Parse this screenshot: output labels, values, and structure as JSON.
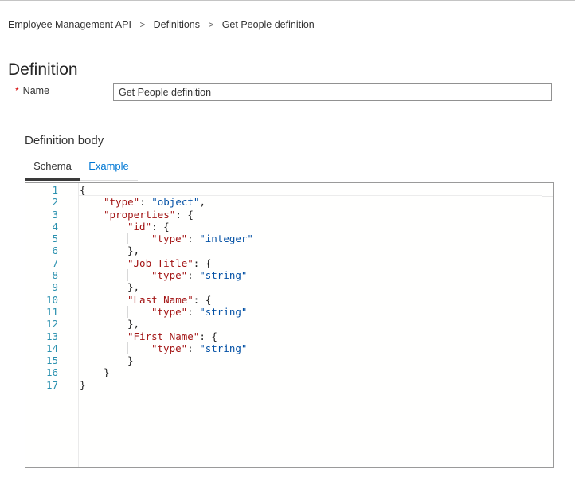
{
  "breadcrumb": {
    "items": [
      "Employee Management API",
      "Definitions",
      "Get People definition"
    ],
    "separator": ">"
  },
  "page": {
    "title": "Definition"
  },
  "form": {
    "required_marker": "*",
    "name_label": "Name",
    "name_value": "Get People definition"
  },
  "definition_body": {
    "heading": "Definition body",
    "tabs": [
      {
        "label": "Schema",
        "active": true
      },
      {
        "label": "Example",
        "active": false
      }
    ]
  },
  "editor": {
    "current_line": 1,
    "colors": {
      "key": "#a31515",
      "string": "#0451a5",
      "line_number": "#2b91af",
      "accent": "#0078d4",
      "border": "#9a9a9a"
    },
    "lines": [
      {
        "n": 1,
        "indent": 0,
        "tokens": [
          {
            "t": "punc",
            "v": "{"
          }
        ]
      },
      {
        "n": 2,
        "indent": 1,
        "tokens": [
          {
            "t": "key",
            "v": "\"type\""
          },
          {
            "t": "punc",
            "v": ": "
          },
          {
            "t": "str",
            "v": "\"object\""
          },
          {
            "t": "punc",
            "v": ","
          }
        ]
      },
      {
        "n": 3,
        "indent": 1,
        "tokens": [
          {
            "t": "key",
            "v": "\"properties\""
          },
          {
            "t": "punc",
            "v": ": {"
          }
        ]
      },
      {
        "n": 4,
        "indent": 2,
        "tokens": [
          {
            "t": "key",
            "v": "\"id\""
          },
          {
            "t": "punc",
            "v": ": {"
          }
        ]
      },
      {
        "n": 5,
        "indent": 3,
        "tokens": [
          {
            "t": "key",
            "v": "\"type\""
          },
          {
            "t": "punc",
            "v": ": "
          },
          {
            "t": "str",
            "v": "\"integer\""
          }
        ]
      },
      {
        "n": 6,
        "indent": 2,
        "tokens": [
          {
            "t": "punc",
            "v": "},"
          }
        ]
      },
      {
        "n": 7,
        "indent": 2,
        "tokens": [
          {
            "t": "key",
            "v": "\"Job Title\""
          },
          {
            "t": "punc",
            "v": ": {"
          }
        ]
      },
      {
        "n": 8,
        "indent": 3,
        "tokens": [
          {
            "t": "key",
            "v": "\"type\""
          },
          {
            "t": "punc",
            "v": ": "
          },
          {
            "t": "str",
            "v": "\"string\""
          }
        ]
      },
      {
        "n": 9,
        "indent": 2,
        "tokens": [
          {
            "t": "punc",
            "v": "},"
          }
        ]
      },
      {
        "n": 10,
        "indent": 2,
        "tokens": [
          {
            "t": "key",
            "v": "\"Last Name\""
          },
          {
            "t": "punc",
            "v": ": {"
          }
        ]
      },
      {
        "n": 11,
        "indent": 3,
        "tokens": [
          {
            "t": "key",
            "v": "\"type\""
          },
          {
            "t": "punc",
            "v": ": "
          },
          {
            "t": "str",
            "v": "\"string\""
          }
        ]
      },
      {
        "n": 12,
        "indent": 2,
        "tokens": [
          {
            "t": "punc",
            "v": "},"
          }
        ]
      },
      {
        "n": 13,
        "indent": 2,
        "tokens": [
          {
            "t": "key",
            "v": "\"First Name\""
          },
          {
            "t": "punc",
            "v": ": {"
          }
        ]
      },
      {
        "n": 14,
        "indent": 3,
        "tokens": [
          {
            "t": "key",
            "v": "\"type\""
          },
          {
            "t": "punc",
            "v": ": "
          },
          {
            "t": "str",
            "v": "\"string\""
          }
        ]
      },
      {
        "n": 15,
        "indent": 2,
        "tokens": [
          {
            "t": "punc",
            "v": "}"
          }
        ]
      },
      {
        "n": 16,
        "indent": 1,
        "tokens": [
          {
            "t": "punc",
            "v": "}"
          }
        ]
      },
      {
        "n": 17,
        "indent": 0,
        "tokens": [
          {
            "t": "punc",
            "v": "}"
          }
        ]
      }
    ]
  }
}
